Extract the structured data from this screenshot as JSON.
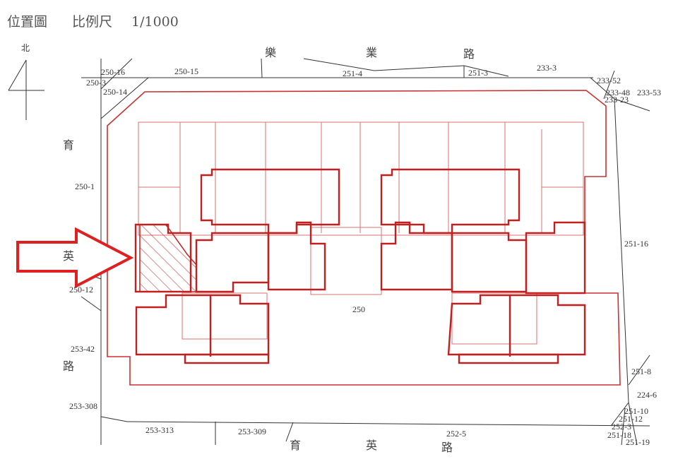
{
  "title": "位置圖",
  "scale_label": "比例尺",
  "scale_value": "1/1000",
  "north_label": "北",
  "roads": {
    "top": [
      "樂",
      "業",
      "路"
    ],
    "left": [
      "育",
      "英",
      "路"
    ],
    "bottom": [
      "育",
      "英",
      "路"
    ]
  },
  "parcels": {
    "p250_16": "250-16",
    "p250_15": "250-15",
    "p250_3": "250-3",
    "p250_14": "250-14",
    "p251_4": "251-4",
    "p251_3": "251-3",
    "p233_3": "233-3",
    "p233_52": "233-52",
    "p233_48": "233-48",
    "p233_53": "233-53",
    "p233_23": "233-23",
    "p250_1": "250-1",
    "p251_16": "251-16",
    "p250_12": "250-12",
    "p250": "250",
    "p253_42": "253-42",
    "p251_8": "251-8",
    "p224_6": "224-6",
    "p253_308": "253-308",
    "p251_10": "251-10",
    "p251_12": "251-12",
    "p253_313": "253-313",
    "p253_309": "253-309",
    "p252_5": "252-5",
    "p252_3": "252-3",
    "p251_18": "251-18",
    "p251_19": "251-19"
  },
  "colors": {
    "site_outline": "#c83232",
    "marker_arrow": "#e02020",
    "boundary": "#333333"
  }
}
